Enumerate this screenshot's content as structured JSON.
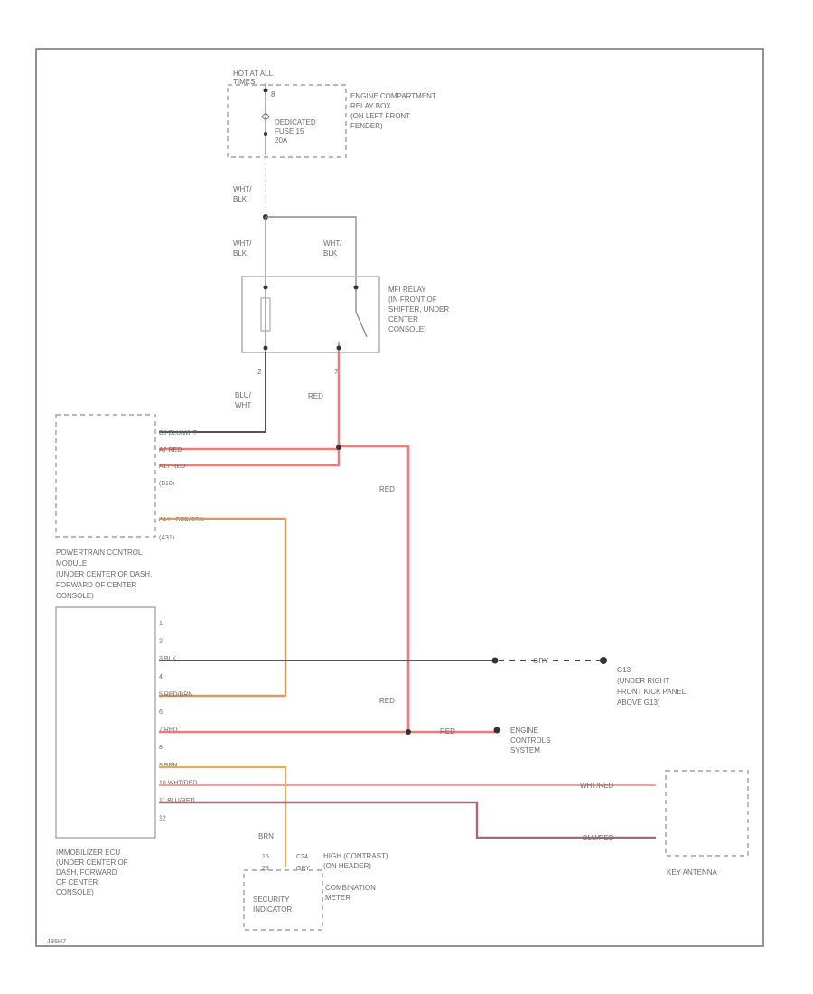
{
  "fuse_box": {
    "hot_label": "HOT AT ALL\nTIMES",
    "fuse_no": "8",
    "fuse_label": "DEDICATED\nFUSE 15\n20A",
    "location": "ENGINE COMPARTMENT\nRELAY BOX\n(ON LEFT FRONT\nFENDER)"
  },
  "wires_top": {
    "w1": "WHT/\nBLK",
    "w2": "WHT/\nBLK",
    "w3": "WHT/\nBLK"
  },
  "relay": {
    "label": "MFI RELAY\n(IN FRONT OF\nSHIFTER, UNDER\nCENTER\nCONSOLE)",
    "pin_left": "2",
    "pin_right": "7",
    "wire_left": "BLU/\nWHT",
    "wire_right": "RED"
  },
  "pcm": {
    "pins": [
      {
        "pin": "B8",
        "color": "BLU/WHT"
      },
      {
        "pin": "A7",
        "color": "RED"
      },
      {
        "pin": "A17",
        "color": "RED"
      }
    ],
    "conn1": "(B10)",
    "pin4": "A14",
    "pin4_color": "RED/BRN",
    "conn2": "(A31)",
    "label": "POWERTRAIN CONTROL\nMODULE\n(UNDER CENTER OF DASH,\nFORWARD OF CENTER\nCONSOLE)"
  },
  "immobilizer": {
    "pins": [
      {
        "pin": "1",
        "color": ""
      },
      {
        "pin": "2",
        "color": ""
      },
      {
        "pin": "3",
        "color": "BLK"
      },
      {
        "pin": "4",
        "color": ""
      },
      {
        "pin": "5",
        "color": "RED/BRN"
      },
      {
        "pin": "6",
        "color": ""
      },
      {
        "pin": "7",
        "color": "RED"
      },
      {
        "pin": "8",
        "color": ""
      },
      {
        "pin": "9",
        "color": "BRN"
      },
      {
        "pin": "10",
        "color": "WHT/RED"
      },
      {
        "pin": "11",
        "color": "BLU/RED"
      },
      {
        "pin": "12",
        "color": ""
      }
    ],
    "label": "IMMOBILIZER ECU\n(UNDER CENTER OF\nDASH, FORWARD\nOF CENTER\nCONSOLE)"
  },
  "wires": {
    "red_mid": "RED",
    "red_lower": "RED",
    "red_engine": "RED",
    "gry": "GRY",
    "wht_red_right": "WHT/RED",
    "blu_red_right": "BLU/RED",
    "brn_down": "BRN"
  },
  "ground": {
    "label": "G13\n(UNDER RIGHT\nFRONT KICK PANEL,\nABOVE G13)"
  },
  "engine_controls": "ENGINE\nCONTROLS\nSYSTEM",
  "key_antenna": {
    "label": "KEY ANTENNA"
  },
  "meter": {
    "pin_a": "15",
    "pin_b": "28",
    "conn": "C24",
    "wire": "GRY",
    "label_right": "HIGH (CONTRAST)\n(ON HEADER)",
    "meter_name": "COMBINATION\nMETER",
    "indicator": "SECURITY\nINDICATOR"
  },
  "footer_code": "JB6H7"
}
